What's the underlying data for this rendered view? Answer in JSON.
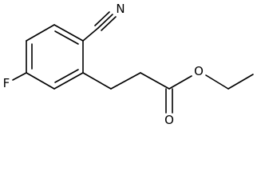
{
  "molecule": {
    "atoms": {
      "nitrogen": "N",
      "fluorine": "F",
      "ester_oxygen": "O",
      "carbonyl_oxygen": "O"
    }
  },
  "colors": {
    "bond": "#000000",
    "background": "#ffffff"
  }
}
